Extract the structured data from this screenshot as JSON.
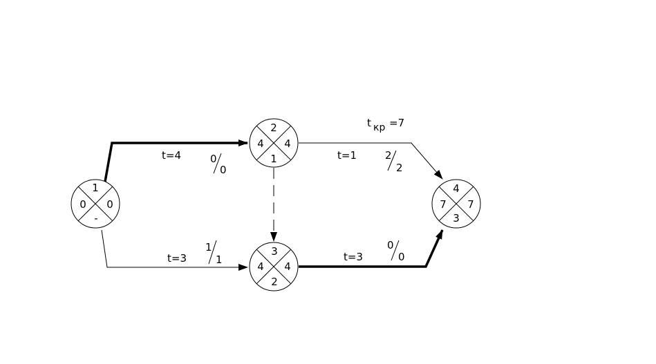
{
  "nodes": [
    {
      "id": "n1",
      "top": "1",
      "left": "0",
      "right": "0",
      "bottom": "-"
    },
    {
      "id": "n2",
      "top": "2",
      "left": "4",
      "right": "4",
      "bottom": "1"
    },
    {
      "id": "n3",
      "top": "3",
      "left": "4",
      "right": "4",
      "bottom": "2"
    },
    {
      "id": "n4",
      "top": "4",
      "left": "7",
      "right": "7",
      "bottom": "3"
    }
  ],
  "edges": [
    {
      "id": "e12",
      "duration": "t=4",
      "reserve_num": "0",
      "reserve_den": "0",
      "critical": true
    },
    {
      "id": "e13",
      "duration": "t=3",
      "reserve_num": "1",
      "reserve_den": "1",
      "critical": false
    },
    {
      "id": "e24",
      "duration": "t=1",
      "reserve_num": "2",
      "reserve_den": "2",
      "critical": false
    },
    {
      "id": "e34",
      "duration": "t=3",
      "reserve_num": "0",
      "reserve_den": "0",
      "critical": true
    },
    {
      "id": "e23",
      "dummy": true
    }
  ],
  "critical_path": {
    "t_label": "t",
    "subscript": "кр",
    "value": "=7"
  }
}
